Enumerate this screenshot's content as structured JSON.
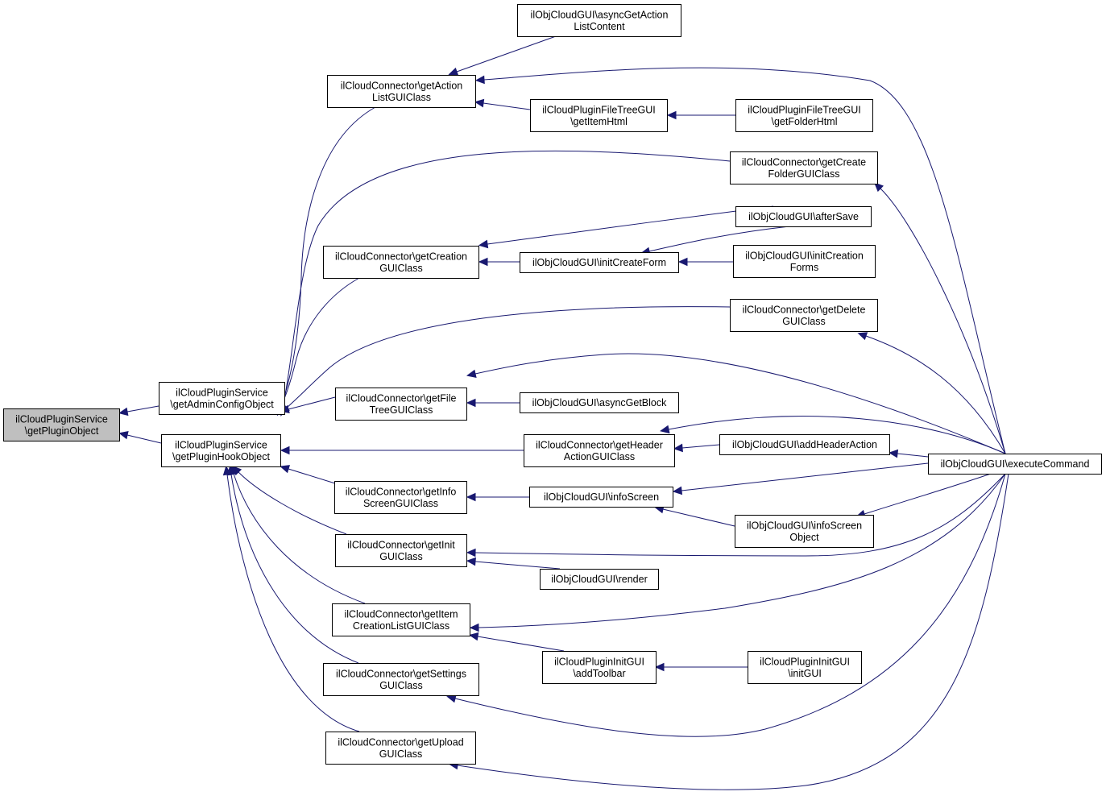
{
  "diagram": {
    "nodes": [
      {
        "id": "n0",
        "lines": [
          "ilCloudPluginService",
          "\\getPluginObject"
        ],
        "root": true
      },
      {
        "id": "n1",
        "lines": [
          "ilCloudPluginService",
          "\\getAdminConfigObject"
        ]
      },
      {
        "id": "n2",
        "lines": [
          "ilCloudPluginService",
          "\\getPluginHookObject"
        ]
      },
      {
        "id": "n3",
        "lines": [
          "ilCloudConnector\\getAction",
          "ListGUIClass"
        ]
      },
      {
        "id": "n4",
        "lines": [
          "ilCloudConnector\\getCreation",
          "GUIClass"
        ]
      },
      {
        "id": "n5",
        "lines": [
          "ilCloudConnector\\getFile",
          "TreeGUIClass"
        ]
      },
      {
        "id": "n6",
        "lines": [
          "ilCloudConnector\\getInfo",
          "ScreenGUIClass"
        ]
      },
      {
        "id": "n7",
        "lines": [
          "ilCloudConnector\\getInit",
          "GUIClass"
        ]
      },
      {
        "id": "n8",
        "lines": [
          "ilCloudConnector\\getItem",
          "CreationListGUIClass"
        ]
      },
      {
        "id": "n9",
        "lines": [
          "ilCloudConnector\\getSettings",
          "GUIClass"
        ]
      },
      {
        "id": "n10",
        "lines": [
          "ilCloudConnector\\getUpload",
          "GUIClass"
        ]
      },
      {
        "id": "n11",
        "lines": [
          "ilObjCloudGUI\\asyncGetAction",
          "ListContent"
        ]
      },
      {
        "id": "n12",
        "lines": [
          "ilCloudPluginFileTreeGUI",
          "\\getItemHtml"
        ]
      },
      {
        "id": "n13",
        "lines": [
          "ilCloudPluginFileTreeGUI",
          "\\getFolderHtml"
        ]
      },
      {
        "id": "n14",
        "lines": [
          "ilCloudConnector\\getCreate",
          "FolderGUIClass"
        ]
      },
      {
        "id": "n15",
        "lines": [
          "ilObjCloudGUI\\afterSave"
        ]
      },
      {
        "id": "n16",
        "lines": [
          "ilObjCloudGUI\\initCreateForm"
        ]
      },
      {
        "id": "n17",
        "lines": [
          "ilObjCloudGUI\\initCreation",
          "Forms"
        ]
      },
      {
        "id": "n18",
        "lines": [
          "ilCloudConnector\\getDelete",
          "GUIClass"
        ]
      },
      {
        "id": "n19",
        "lines": [
          "ilObjCloudGUI\\asyncGetBlock"
        ]
      },
      {
        "id": "n20",
        "lines": [
          "ilCloudConnector\\getHeader",
          "ActionGUIClass"
        ]
      },
      {
        "id": "n21",
        "lines": [
          "ilObjCloudGUI\\addHeaderAction"
        ]
      },
      {
        "id": "n22",
        "lines": [
          "ilObjCloudGUI\\executeCommand"
        ]
      },
      {
        "id": "n23",
        "lines": [
          "ilObjCloudGUI\\infoScreen"
        ]
      },
      {
        "id": "n24",
        "lines": [
          "ilObjCloudGUI\\infoScreen",
          "Object"
        ]
      },
      {
        "id": "n25",
        "lines": [
          "ilObjCloudGUI\\render"
        ]
      },
      {
        "id": "n26",
        "lines": [
          "ilCloudPluginInitGUI",
          "\\addToolbar"
        ]
      },
      {
        "id": "n27",
        "lines": [
          "ilCloudPluginInitGUI",
          "\\initGUI"
        ]
      }
    ],
    "edges": [
      {
        "from": "n1",
        "to": "n0"
      },
      {
        "from": "n2",
        "to": "n0"
      },
      {
        "from": "n3",
        "to": "n2"
      },
      {
        "from": "n4",
        "to": "n2"
      },
      {
        "from": "n5",
        "to": "n2"
      },
      {
        "from": "n6",
        "to": "n2"
      },
      {
        "from": "n7",
        "to": "n2"
      },
      {
        "from": "n8",
        "to": "n2"
      },
      {
        "from": "n9",
        "to": "n2"
      },
      {
        "from": "n10",
        "to": "n2"
      },
      {
        "from": "n14",
        "to": "n2"
      },
      {
        "from": "n18",
        "to": "n2"
      },
      {
        "from": "n20",
        "to": "n2"
      },
      {
        "from": "n11",
        "to": "n3"
      },
      {
        "from": "n12",
        "to": "n3"
      },
      {
        "from": "n22",
        "to": "n3"
      },
      {
        "from": "n13",
        "to": "n12"
      },
      {
        "from": "n22",
        "to": "n14"
      },
      {
        "from": "n15",
        "to": "n4"
      },
      {
        "from": "n16",
        "to": "n4"
      },
      {
        "from": "n15",
        "to": "n16"
      },
      {
        "from": "n17",
        "to": "n16"
      },
      {
        "from": "n22",
        "to": "n18"
      },
      {
        "from": "n19",
        "to": "n5"
      },
      {
        "from": "n22",
        "to": "n5"
      },
      {
        "from": "n21",
        "to": "n20"
      },
      {
        "from": "n22",
        "to": "n20"
      },
      {
        "from": "n22",
        "to": "n21"
      },
      {
        "from": "n23",
        "to": "n6"
      },
      {
        "from": "n22",
        "to": "n23"
      },
      {
        "from": "n24",
        "to": "n23"
      },
      {
        "from": "n22",
        "to": "n24"
      },
      {
        "from": "n22",
        "to": "n7"
      },
      {
        "from": "n25",
        "to": "n7"
      },
      {
        "from": "n22",
        "to": "n8"
      },
      {
        "from": "n26",
        "to": "n8"
      },
      {
        "from": "n27",
        "to": "n26"
      },
      {
        "from": "n22",
        "to": "n9"
      },
      {
        "from": "n22",
        "to": "n10"
      }
    ]
  },
  "colors": {
    "edge": "#191970",
    "root_fill": "#bfbfbf",
    "node_fill": "#ffffff",
    "node_border": "#000000"
  }
}
